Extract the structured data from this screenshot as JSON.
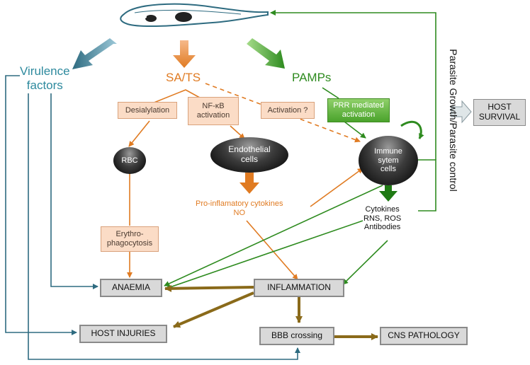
{
  "nodes": {
    "virulence_factors": "Virulence\nfactors",
    "sa_ts": "SA/TS",
    "pamps": "PAMPs",
    "desialylation": "Desialylation",
    "nfkb_activation": "NF-κB\nactivation",
    "activation_q": "Activation ?",
    "prr_activation": "PRR mediated\nactivation",
    "rbc": "RBC",
    "endothelial_cells": "Endothelial\ncells",
    "immune_cells": "Immune\nsytem\ncells",
    "proinflammatory": "Pro-inflamatory cytokines\nNO",
    "cytokines": "Cytokines\nRNS, ROS\nAntibodies",
    "erythrophagocytosis": "Erythro-\nphagocytosis",
    "anaemia": "ANAEMIA",
    "inflammation": "INFLAMMATION",
    "host_injuries": "HOST INJURIES",
    "bbb_crossing": "BBB crossing",
    "cns_pathology": "CNS PATHOLOGY",
    "host_survival": "HOST\nSURVIVAL",
    "parasite_control": "Parasite Growth/Parasite control"
  },
  "colors": {
    "blue": "#2e6b80",
    "orange": "#e07b22",
    "green": "#2e8b1f",
    "box_border": "#8a8a8a"
  },
  "icons": {
    "parasite": "trypanosome-icon"
  }
}
